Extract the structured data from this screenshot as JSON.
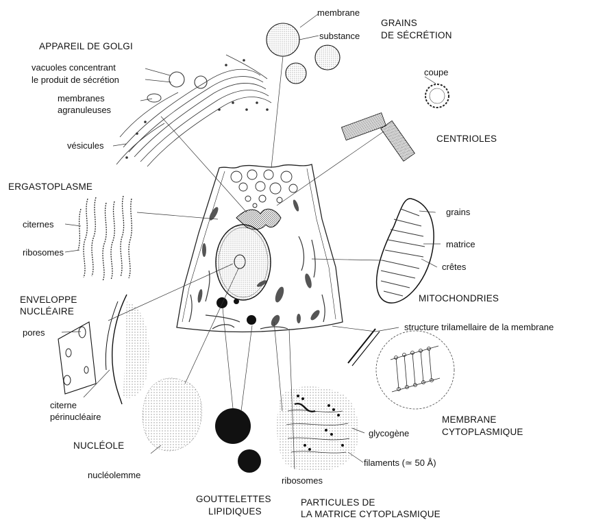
{
  "labels": {
    "membrane": "membrane",
    "substance": "substance",
    "grains_secretion_1": "GRAINS",
    "grains_secretion_2": "DE SÉCRÉTION",
    "coupe": "coupe",
    "centrioles": "CENTRIOLES",
    "golgi_title": "APPAREIL DE GOLGI",
    "vacuoles_1": "vacuoles concentrant",
    "vacuoles_2": "le produit de sécrétion",
    "membranes_agran_1": "membranes",
    "membranes_agran_2": "agranuleuses",
    "vesicules": "vésicules",
    "ergastoplasme": "ERGASTOPLASME",
    "citernes": "citernes",
    "ribosomes_erg": "ribosomes",
    "grains_mito": "grains",
    "matrice": "matrice",
    "cretes": "crêtes",
    "mitochondries": "MITOCHONDRIES",
    "enveloppe_1": "ENVELOPPE",
    "enveloppe_2": "NUCLÉAIRE",
    "pores": "pores",
    "citerne_1": "citerne",
    "citerne_2": "périnucléaire",
    "nucleole": "NUCLÉOLE",
    "nucleolemme": "nucléolemme",
    "structure_tri": "structure trilamellaire de la membrane",
    "membrane_cyto_1": "MEMBRANE",
    "membrane_cyto_2": "CYTOPLASMIQUE",
    "glycogene": "glycogène",
    "filaments": "filaments (≃ 50 Å)",
    "ribosomes_part": "ribosomes",
    "gouttelettes_1": "GOUTTELETTES",
    "gouttelettes_2": "LIPIDIQUES",
    "particules_1": "PARTICULES DE",
    "particules_2": "LA MATRICE CYTOPLASMIQUE"
  }
}
